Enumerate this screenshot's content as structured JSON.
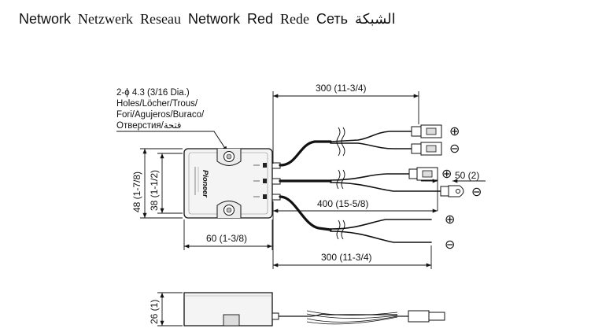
{
  "title_words": [
    {
      "text": "Network",
      "style": "sans"
    },
    {
      "text": "Netzwerk",
      "style": "serif"
    },
    {
      "text": "Reseau",
      "style": "serif"
    },
    {
      "text": "Network",
      "style": "sans"
    },
    {
      "text": "Red",
      "style": "sans"
    },
    {
      "text": "Rede",
      "style": "serif"
    },
    {
      "text": "Сеть",
      "style": "sans"
    },
    {
      "text": "الشبكة",
      "style": "sans"
    }
  ],
  "holes_note": {
    "line1": "2-ϕ 4.3 (3/16 Dia.)",
    "line2": "Holes/Löcher/Trous/",
    "line3": "Fori/Agujeros/Buraco/",
    "line4": "Отверстия/فتحة"
  },
  "dimensions": {
    "top_length": "300 (11-3/4)",
    "terminal_length": "50 (2)",
    "middle_length": "400 (15-5/8)",
    "bottom_length": "300 (11-3/4)",
    "height_outer": "48 (1-7/8)",
    "height_inner": "38 (1-1/2)",
    "width": "60 (1-3/8)",
    "side_height": "26 (1)"
  },
  "polarity": {
    "plus": "⊕",
    "minus": "⊖"
  },
  "brand": "Pioneer",
  "colors": {
    "line": "#111111",
    "body_fill": "#f4f4f4",
    "shade": "#d9d9d9"
  }
}
